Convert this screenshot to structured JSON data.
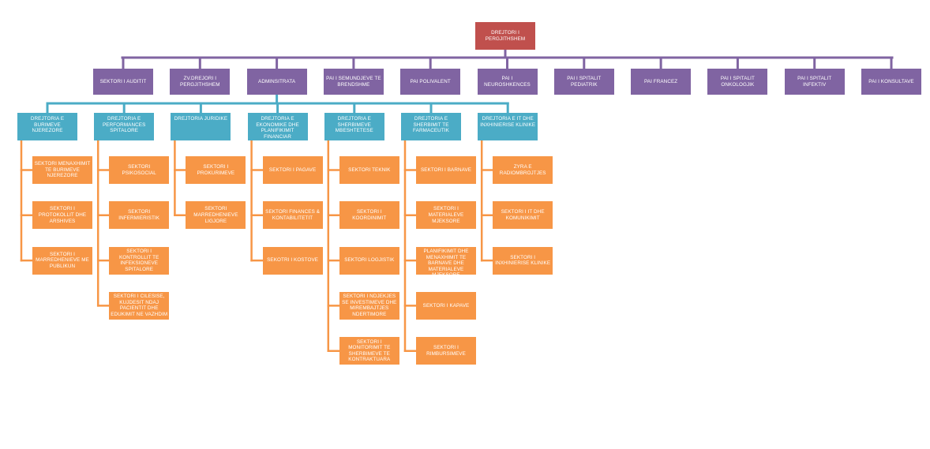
{
  "colors": {
    "root": "#c0504d",
    "level1": "#8064a2",
    "level2": "#4bacc6",
    "level3": "#f79646",
    "line_top": "#8064a2",
    "line_mid": "#4bacc6",
    "line_low": "#f79646"
  },
  "root": {
    "label": "DREJTORI I PERGJITHSHEM"
  },
  "level1": [
    {
      "label": "SEKTORI I AUDITIT"
    },
    {
      "label": "ZV.DREJORI I PERGJITHSHEM"
    },
    {
      "label": "ADMINSITRATA"
    },
    {
      "label": "PAI I SEMUNDJEVE TE BRENDSHME"
    },
    {
      "label": "PAI POLIVALENT"
    },
    {
      "label": "PAI I NEUROSHKENCES"
    },
    {
      "label": "PAI I SPITALIT PEDIATRIK"
    },
    {
      "label": "PAI FRANCEZ"
    },
    {
      "label": "PAI I SPITALIT ONKOLOGJIK"
    },
    {
      "label": "PAI I SPITALIT INFEKTIV"
    },
    {
      "label": "PAI I KONSULTAVE"
    }
  ],
  "directorates": [
    {
      "label": "DREJTORIA E BURIMEVE NJEREZORE",
      "sectors": [
        "SEKTORI MENAXHIMIT TE BURIMEVE NJEREZORE",
        "SEKTORI I PROTOKOLLIT DHE ARSHIVES",
        "SEKTORI I MARREDHENIEVE ME PUBLIKUN"
      ]
    },
    {
      "label": "DREJTORIA E PERFORMANCES SPITALORE",
      "sectors": [
        "SEKTORI PSIKOSOCIAL",
        "SEKTORI INFERMIERISTIK",
        "SEKTORI I KONTROLLIT TE INFEKSIONEVE SPITALORE",
        "SEKTORI I CILESISE, KUJDESIT NDAJ PACIENTIT DHE EDUKIMIT NE VAZHDIM"
      ]
    },
    {
      "label": "DREJTORIA JURIDIKE",
      "sectors": [
        "SEKTORI I PROKURIMEVE",
        "SEKTORI MARREDHENIEVE LIGJORE"
      ]
    },
    {
      "label": "DREJTORIA E EKONOMIKE DHE PLANIFIKIMIT FINANCIAR",
      "sectors": [
        "SEKTORI I PAGAVE",
        "SEKTORI FINANCES & KONTABILITETIT",
        "SEKOTRI I KOSTOVE"
      ]
    },
    {
      "label": "DREJTORIA E SHERBIMEVE MBESHTETESE",
      "sectors": [
        "SEKTORI TEKNIK",
        "SEKTORI I KOORDINIMIT",
        "SEKTORI LOGJISTIK",
        "SEKTORI I NDJEKJES SE INVESTIMEVE DHE MIREMBAJTJES NDERTIMORE",
        "SEKTORI I MONITORIMIT TE SHERBIMEVE TE KONTRAKTUARA"
      ]
    },
    {
      "label": "DREJTORIA E SHERBIMIT TE FARMACEUTIK",
      "sectors": [
        "SEKTORI I BARNAVE",
        "SEKTORI I MATERIALEVE MJEKSORE",
        "SEKTORI I PLANIFIKIMIT DHE MENAXHIMIT TE BARNAVE DHE MATERIALEVE MJEKSORE",
        "SEKTORI I KAPAVE",
        "SEKTORI I RIMBURSIMEVE"
      ]
    },
    {
      "label": "DREJTORIA E IT DHE INXHINIERISE KLINIKE",
      "sectors": [
        "ZYRA E RADIOMBROJTJES",
        "SEKTORI I IT DHE KOMUNIKIMIT",
        "SEKTORI I INXHINIERISE KLINIKE"
      ]
    }
  ]
}
